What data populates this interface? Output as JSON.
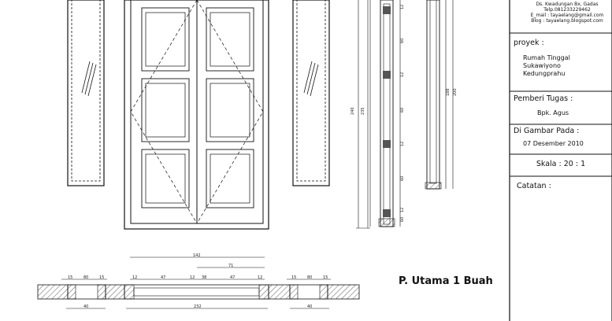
{
  "title_block": {
    "address_lines": [
      "Ds. Kwadungan Bx, Gadas",
      "Telp.081233229462",
      "E_mail : tayaelang@gmail.com",
      "Blog : tayaelang.blogspot.com"
    ],
    "proyek_label": "proyek :",
    "proyek_lines": [
      "Rumah Tinggal",
      "Sukawiyono",
      "Kedungprahu"
    ],
    "pemberi_label": "Pemberi Tugas :",
    "pemberi_value": "Bpk. Agus",
    "digambar_label": "Di Gambar Pada :",
    "digambar_value": "07 Desember 2010",
    "skala": "Skala : 20 : 1",
    "catatan_label": "Catatan :"
  },
  "caption": "P. Utama  1 Buah",
  "dimensions": {
    "vertical_main": [
      "240",
      "235"
    ],
    "vertical_frame": [
      "12",
      "60",
      "12",
      "60",
      "12",
      "60",
      "12",
      "60"
    ],
    "vertical_side": [
      "188",
      "200"
    ],
    "horizontal_top": [
      "142",
      "71"
    ],
    "horizontal_panels": [
      "12",
      "47",
      "12",
      "38",
      "47",
      "12"
    ],
    "horizontal_side_left": [
      "15",
      "80",
      "15"
    ],
    "horizontal_side_right": [
      "15",
      "80",
      "15"
    ],
    "horizontal_bottom": [
      "40",
      "232",
      "40"
    ]
  }
}
